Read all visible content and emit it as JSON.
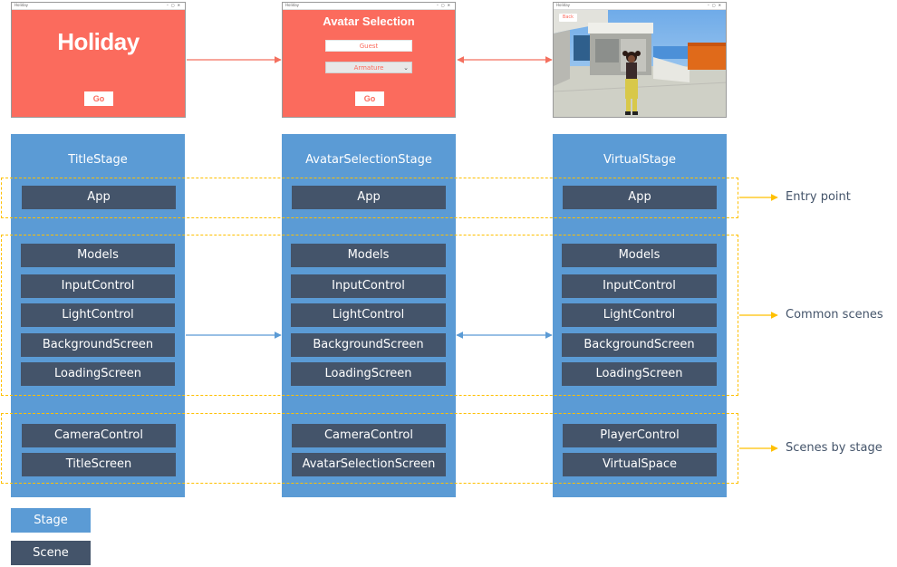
{
  "screens": {
    "title": {
      "window_title": "Holiday",
      "heading": "Holiday",
      "go_label": "Go"
    },
    "avatar_selection": {
      "window_title": "Holiday",
      "heading": "Avatar Selection",
      "name_value": "Guest",
      "avatar_value": "Armature",
      "go_label": "Go"
    },
    "virtual": {
      "window_title": "Holiday",
      "back_label": "Back"
    }
  },
  "stages": [
    {
      "title": "TitleStage",
      "entry": [
        "App"
      ],
      "common": [
        "Models",
        "InputControl",
        "LightControl",
        "BackgroundScreen",
        "LoadingScreen"
      ],
      "specific": [
        "CameraControl",
        "TitleScreen"
      ]
    },
    {
      "title": "AvatarSelectionStage",
      "entry": [
        "App"
      ],
      "common": [
        "Models",
        "InputControl",
        "LightControl",
        "BackgroundScreen",
        "LoadingScreen"
      ],
      "specific": [
        "CameraControl",
        "AvatarSelectionScreen"
      ]
    },
    {
      "title": "VirtualStage",
      "entry": [
        "App"
      ],
      "common": [
        "Models",
        "InputControl",
        "LightControl",
        "BackgroundScreen",
        "LoadingScreen"
      ],
      "specific": [
        "PlayerControl",
        "VirtualSpace"
      ]
    }
  ],
  "groups": {
    "entry_point": "Entry point",
    "common_scenes": "Common scenes",
    "scenes_by_stage": "Scenes by stage"
  },
  "legend": {
    "stage": "Stage",
    "scene": "Scene"
  },
  "colors": {
    "stage": "#5b9bd5",
    "scene": "#44546a",
    "group_outline": "#ffc000",
    "screen_bg": "#fb6b5d",
    "screen_arrow": "#f4705f",
    "stage_arrow": "#5b9bd5"
  }
}
